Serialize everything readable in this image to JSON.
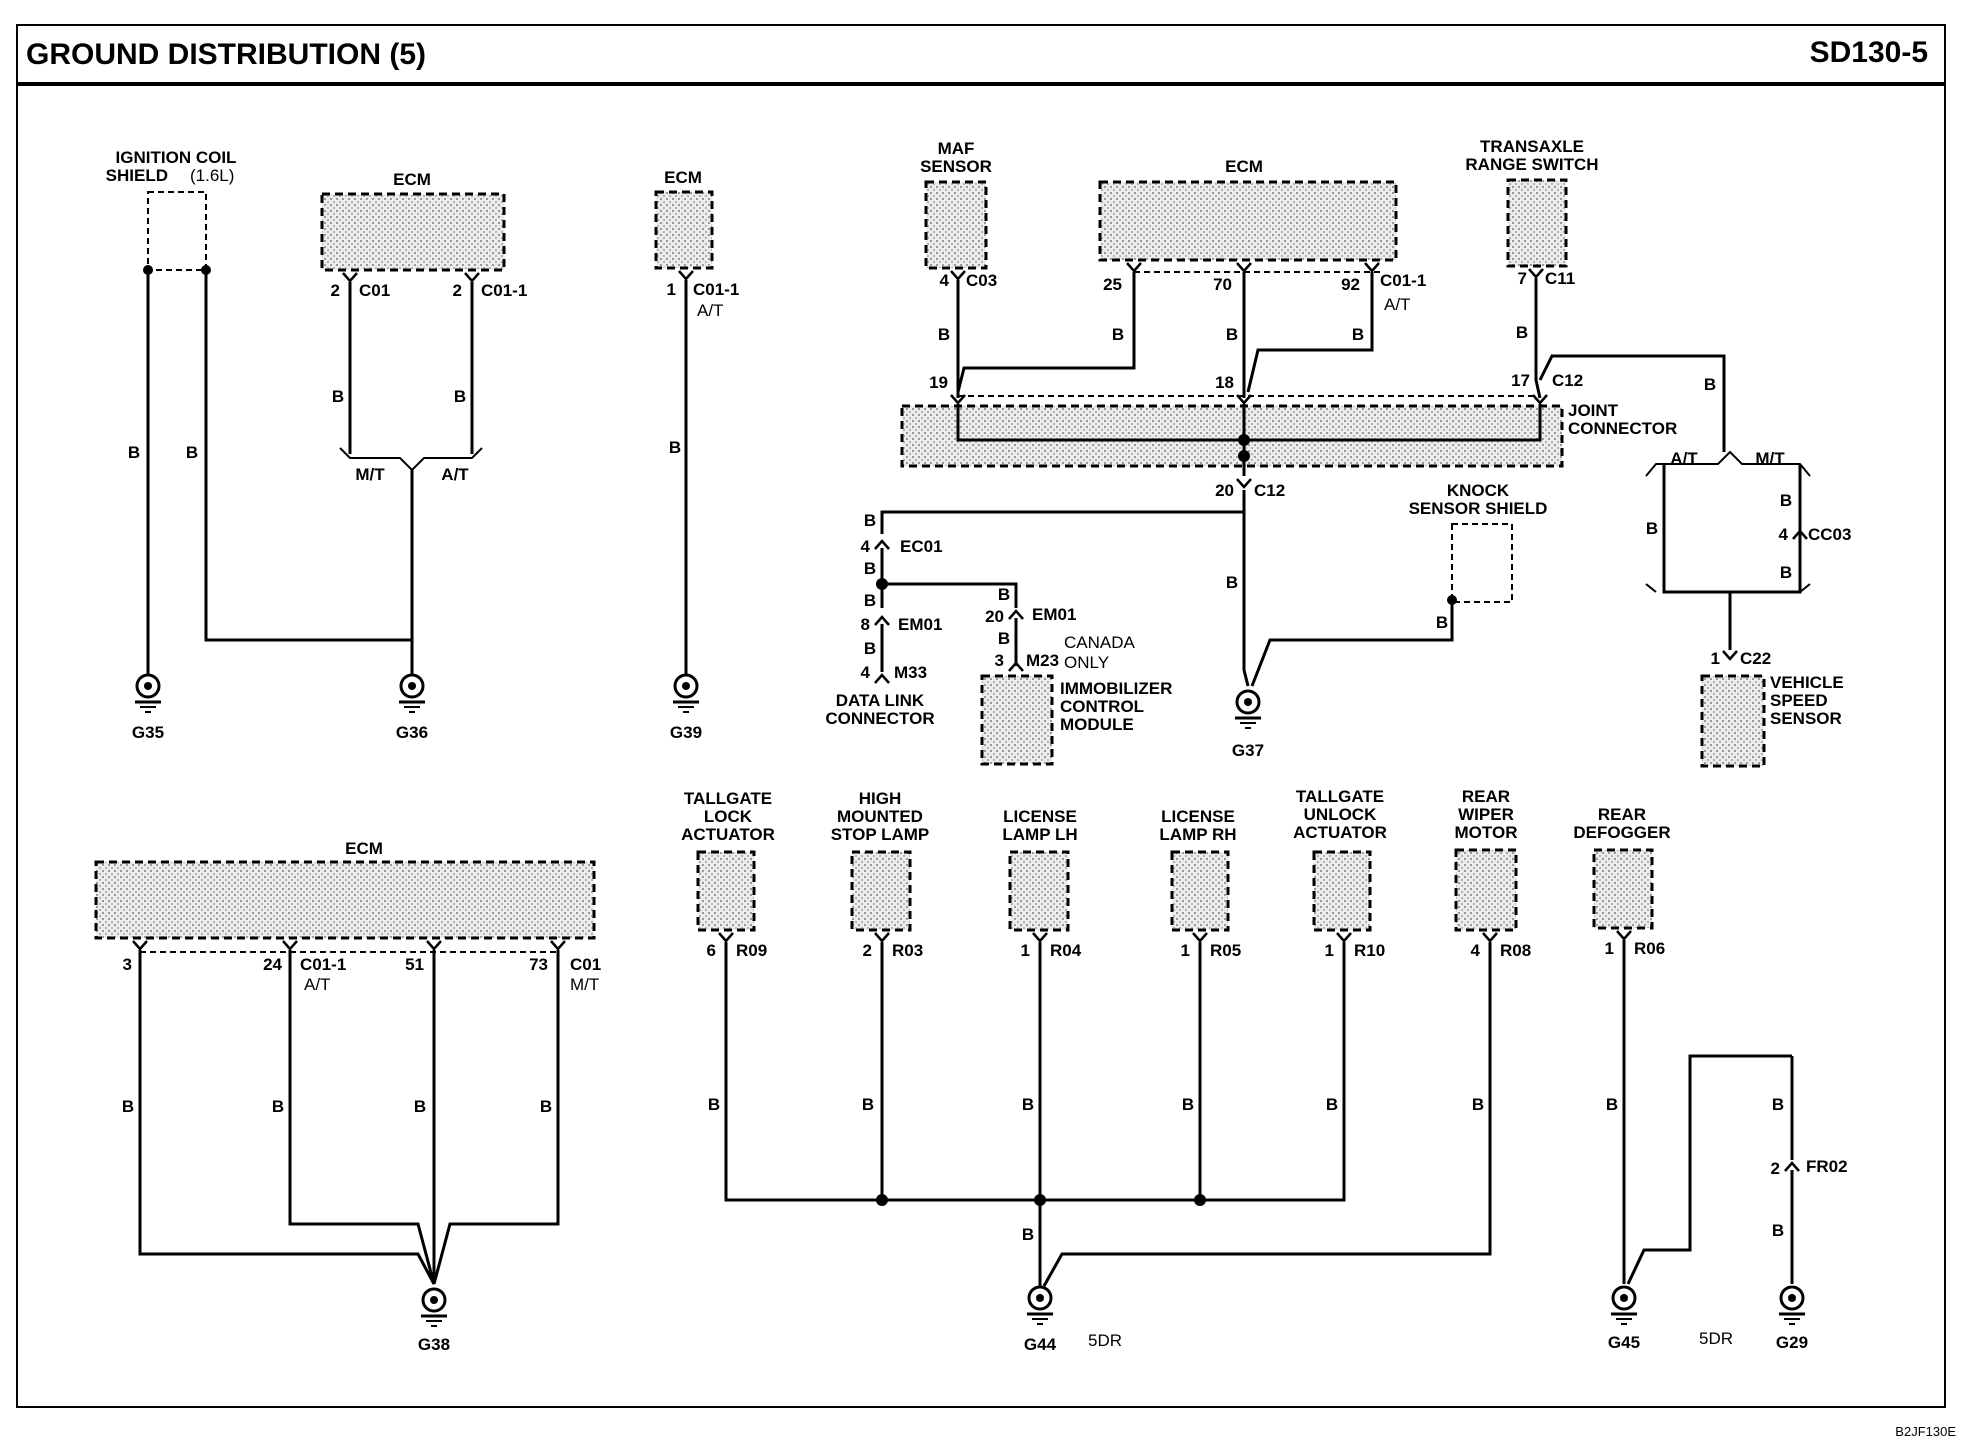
{
  "header": {
    "title": "GROUND DISTRIBUTION (5)",
    "code": "SD130-5"
  },
  "footer": {
    "doc_id": "B2JF130E"
  },
  "colors": {
    "line": "#000000",
    "background": "#ffffff",
    "component_fill": "#d8d8d8"
  },
  "labels": {
    "ign_coil_1": "IGNITION COIL",
    "ign_coil_2": "SHIELD",
    "ign_coil_sub": "(1.6L)",
    "ecm": "ECM",
    "maf_1": "MAF",
    "maf_2": "SENSOR",
    "trans_1": "TRANSAXLE",
    "trans_2": "RANGE SWITCH",
    "joint_1": "JOINT",
    "joint_2": "CONNECTOR",
    "knock_1": "KNOCK",
    "knock_2": "SENSOR SHIELD",
    "dlc_1": "DATA LINK",
    "dlc_2": "CONNECTOR",
    "canada_1": "CANADA",
    "canada_2": "ONLY",
    "immo_1": "IMMOBILIZER",
    "immo_2": "CONTROL",
    "immo_3": "MODULE",
    "vss_1": "VEHICLE",
    "vss_2": "SPEED",
    "vss_3": "SENSOR",
    "tg_lock_1": "TALLGATE",
    "tg_lock_2": "LOCK",
    "tg_lock_3": "ACTUATOR",
    "hmsl_1": "HIGH",
    "hmsl_2": "MOUNTED",
    "hmsl_3": "STOP LAMP",
    "lic_lh_1": "LICENSE",
    "lic_lh_2": "LAMP LH",
    "lic_rh_1": "LICENSE",
    "lic_rh_2": "LAMP RH",
    "tg_unlock_1": "TALLGATE",
    "tg_unlock_2": "UNLOCK",
    "tg_unlock_3": "ACTUATOR",
    "wiper_1": "REAR",
    "wiper_2": "WIPER",
    "wiper_3": "MOTOR",
    "defog_1": "REAR",
    "defog_2": "DEFOGGER",
    "wire_b": "B",
    "mt": "M/T",
    "at": "A/T",
    "five_dr": "5DR"
  },
  "connectors": {
    "c01": "C01",
    "c01_1": "C01-1",
    "c03": "C03",
    "c11": "C11",
    "c12": "C12",
    "ec01": "EC01",
    "em01": "EM01",
    "m33": "M33",
    "m23": "M23",
    "cc03": "CC03",
    "c22": "C22",
    "r09": "R09",
    "r03": "R03",
    "r04": "R04",
    "r05": "R05",
    "r10": "R10",
    "r08": "R08",
    "r06": "R06",
    "fr02": "FR02"
  },
  "pins": {
    "p1": "1",
    "p2": "2",
    "p3": "3",
    "p4": "4",
    "p6": "6",
    "p7": "7",
    "p8": "8",
    "p17": "17",
    "p18": "18",
    "p19": "19",
    "p20": "20",
    "p24": "24",
    "p25": "25",
    "p51": "51",
    "p70": "70",
    "p73": "73",
    "p92": "92"
  },
  "grounds": {
    "g29": "G29",
    "g35": "G35",
    "g36": "G36",
    "g37": "G37",
    "g38": "G38",
    "g39": "G39",
    "g44": "G44",
    "g45": "G45"
  }
}
